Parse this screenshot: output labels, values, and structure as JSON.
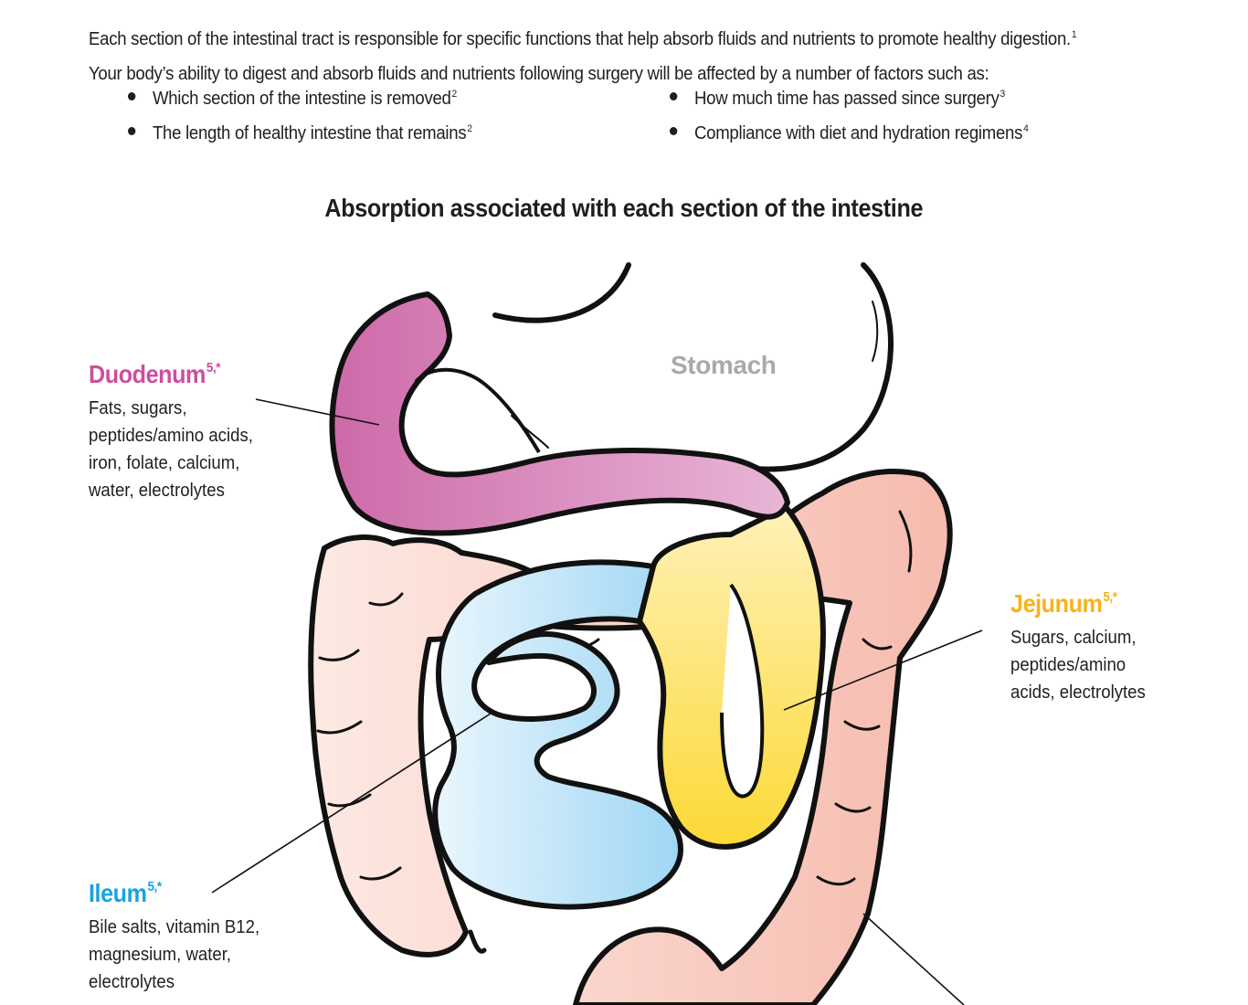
{
  "intro": {
    "line1": "Each section of the intestinal tract is responsible for specific functions that help absorb fluids and nutrients to promote healthy digestion.",
    "line1_ref": "1",
    "line2": "Your body’s ability to digest and absorb fluids and nutrients following surgery will be affected by a number of factors such as:"
  },
  "bullets": [
    {
      "text": "Which section of the intestine is removed",
      "ref": "2"
    },
    {
      "text": "How much time has passed since surgery",
      "ref": "3"
    },
    {
      "text": "The length of healthy intestine that remains",
      "ref": "2"
    },
    {
      "text": "Compliance with diet and hydration regimens",
      "ref": "4"
    }
  ],
  "heading": "Absorption associated with each section of the intestine",
  "stomach_label": "Stomach",
  "sections": {
    "duodenum": {
      "name": "Duodenum",
      "ref": "5,*",
      "color": "#cb4f9e",
      "description": "Fats, sugars,\npeptides/amino acids,\niron, folate, calcium,\nwater, electrolytes"
    },
    "jejunum": {
      "name": "Jejunum",
      "ref": "5,*",
      "color": "#f7b31b",
      "description": "Sugars, calcium,\npeptides/amino\nacids, electrolytes"
    },
    "ileum": {
      "name": "Ileum",
      "ref": "5,*",
      "color": "#1aa3df",
      "description": "Bile salts, vitamin B12,\nmagnesium, water,\nelectrolytes"
    }
  },
  "colors": {
    "colon": "#f6bfb3",
    "colon_light": "#fbe3dc",
    "duodenum_fill": "#d47fb5",
    "jejunum_fill": "#fbe27a",
    "ileum_fill": "#bfe3f6",
    "outline": "#111111",
    "stomach_text": "#a9a9a9"
  }
}
